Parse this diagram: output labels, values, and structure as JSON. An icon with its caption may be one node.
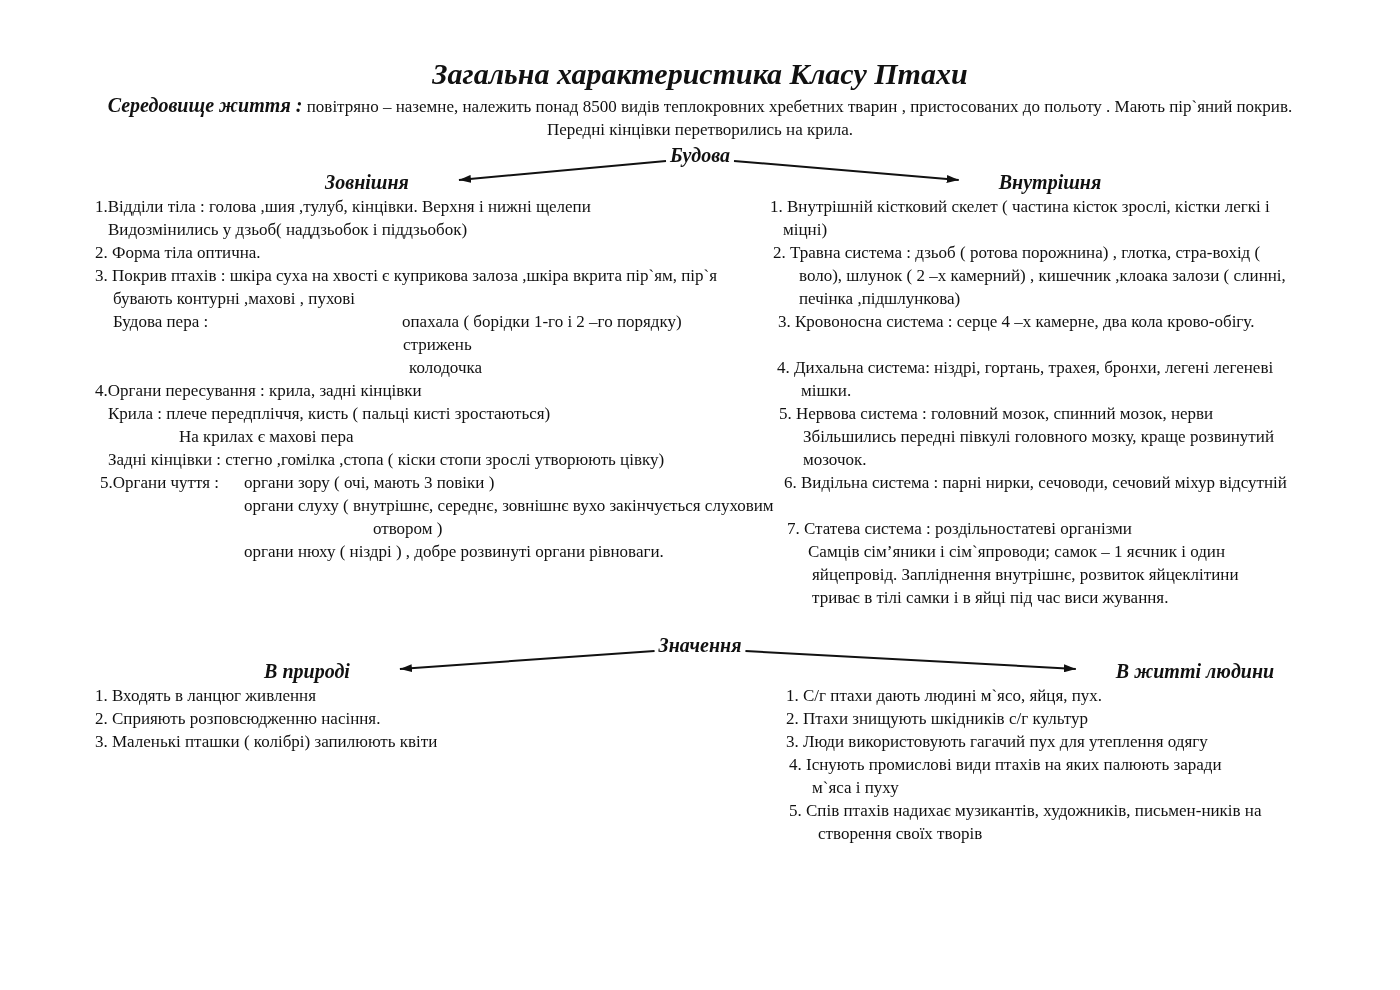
{
  "diagram": {
    "title": "Загальна характеристика Класу Птахи",
    "nodes": [
      {
        "text": [
          "Будова"
        ]
      },
      {
        "text": [
          "Зовнішня"
        ]
      },
      {
        "text": [
          "Внутрішня"
        ]
      },
      {
        "text": [
          "Значення"
        ]
      },
      {
        "text": [
          "В природі"
        ]
      },
      {
        "text": [
          "В житті людини"
        ]
      }
    ],
    "edges": [
      {
        "from": 0,
        "to": 1,
        "arrow": "to"
      },
      {
        "from": 0,
        "to": 2,
        "arrow": "to"
      },
      {
        "from": 3,
        "to": 4,
        "arrow": "to"
      },
      {
        "from": 3,
        "to": 5,
        "arrow": "to"
      }
    ],
    "labels": [
      "Середовище життя :",
      "повітряно – наземне, належить понад 8500 видів теплокровних хребетних тварин , пристосованих до польоту . Мають пір`яний покрив. Передні кінцівки перетворились на крила.",
      "1.Відділи тіла : голова ,шия ,тулуб, кінцівки. Верхня і нижні щелепи Видозмінились у дзьоб( наддзьобок і піддзьобок)",
      "2. Форма тіла оптична.",
      "3. Покрив птахів : шкіра суха на хвості є куприкова залоза ,шкіра вкрита пір`ям, пір`я бувають контурні ,махові , пухові",
      "Будова пера :",
      "опахала ( борідки 1-го і 2 –го порядку)",
      "стрижень",
      "колодочка",
      "4.Органи пересування : крила, задні кінцівки",
      "Крила : плече передпліччя, кисть ( пальці кисті зростаються)",
      "На крилах є махові пера",
      "Задні кінцівки : стегно ,гомілка ,стопа ( кіски стопи зрослі утворюють цівку)",
      "5.Органи чуття :",
      "органи зору ( очі, мають 3 повіки )",
      "органи слуху ( внутрішнє, середнє, зовнішнє вухо закінчується слуховим отвором )",
      "органи нюху ( ніздрі ) , добре розвинуті органи рівноваги.",
      "1. Внутрішній кістковий скелет ( частина кісток зрослі, кістки легкі і міцні)",
      "2. Травна система : дзьоб ( ротова порожнина) , глотка, стра-вохід ( воло), шлунок ( 2 –х камерний) , кишечник ,клоака залози ( слинні, печінка ,підшлункова)",
      "3. Кровоносна система : серце 4 –х камерне, два кола крово-обігу.",
      "4. Дихальна система: ніздрі, гортань, трахея, бронхи, легені легеневі мішки.",
      "5. Нервова система : головний мозок, спинний мозок, нерви Збільшились передні півкулі головного мозку, краще розвинутий мозочок.",
      "6. Видільна система : парні нирки, сечоводи, сечовий міхур відсутній",
      "7. Статева система : роздільностатеві організми",
      "Самців сім’яники і сім`япроводи; самок – 1 яєчник і один яйцепровід. Запліднення внутрішнє, розвиток яйцеклітини триває в тілі самки і в яйці під час виси жування.",
      "1. Входять в ланцюг живлення",
      "2. Сприяють розповсюдженню насіння.",
      "3. Маленькі пташки ( колібрі) запилюють квіти",
      "1. С/г птахи дають людині м`ясо, яйця, пух.",
      "2. Птахи знищують шкідників с/г культур",
      "3. Люди використовують гагачий пух для утеплення одягу",
      "4. Існують промислові види птахів на яких палюють заради м`яса і пуху",
      "5. Спів птахів надихає музикантів, художників, письмен-ників на створення своїх творів"
    ]
  }
}
